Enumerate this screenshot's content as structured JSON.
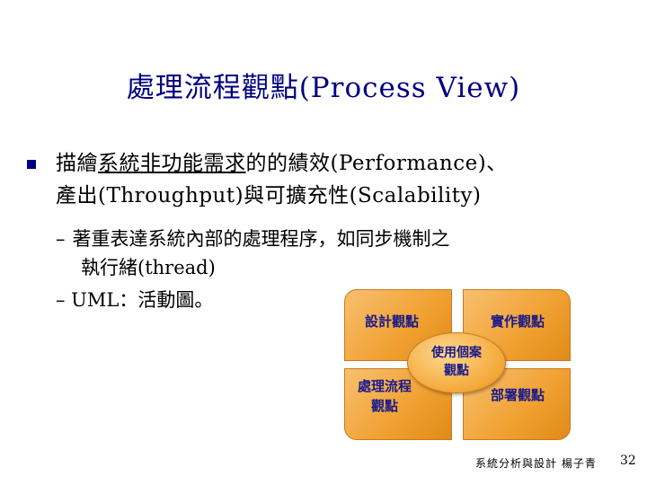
{
  "title": "處理流程觀點(Process View)",
  "bullet1": {
    "prefix": "描繪",
    "underlined": "系統非功能需求",
    "line1_rest": "的的績效(Performance)、",
    "line2": "產出(Throughput)與可擴充性(Scalability)"
  },
  "sub_bullets": [
    {
      "dash": "–",
      "line1": "著重表達系統內部的處理程序，如同步機制之",
      "line2": "執行緒(thread)"
    },
    {
      "text": "– UML：活動圖。"
    }
  ],
  "diagram": {
    "top_left": "設計觀點",
    "top_right": "實作觀點",
    "center": "使用個案觀點",
    "bottom_left": "處理流程觀點",
    "bottom_right": "部署觀點",
    "color_fill": "#f0a030",
    "color_text": "#1a1a8c"
  },
  "footer": "系統分析與設計 楊子青",
  "page_number": "32",
  "colors": {
    "title": "#000080",
    "bullet": "#000080"
  }
}
